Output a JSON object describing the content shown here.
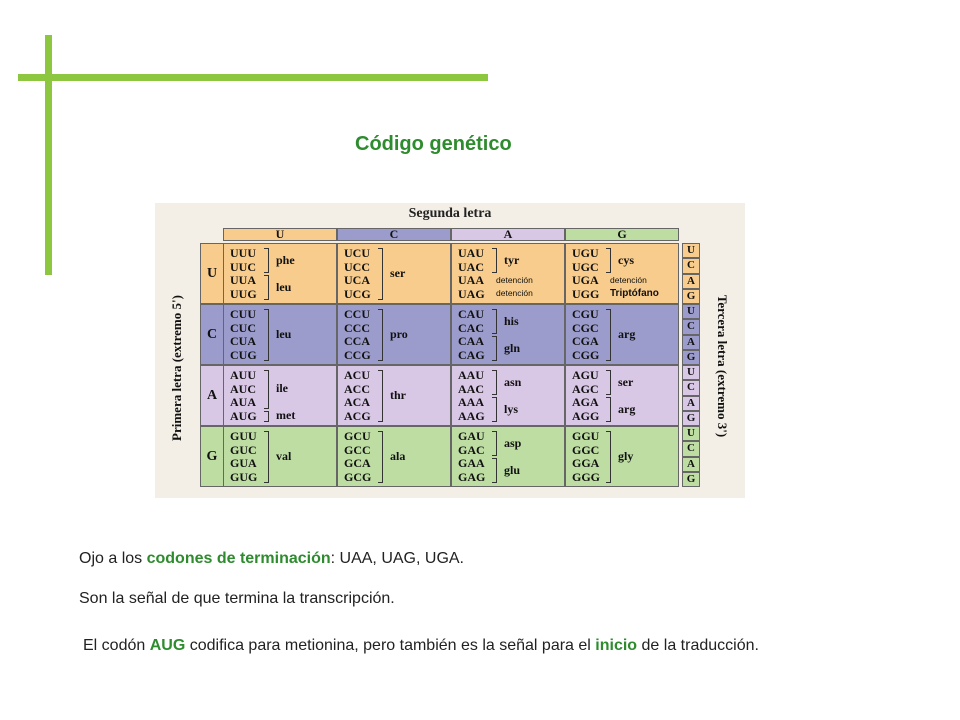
{
  "title": "Código genético",
  "colors": {
    "accent_green": "#8dc63f",
    "title_green": "#2e8b2e",
    "row_u": "#f8cc8c",
    "row_c": "#9b9ccb",
    "row_a": "#d9c7e6",
    "row_g": "#bedda3",
    "hdr_u": "#f8cc8c",
    "hdr_c": "#9b9ccb",
    "hdr_a": "#d9c7e6",
    "hdr_g": "#bedda3"
  },
  "table": {
    "second_letter_label": "Segunda letra",
    "first_letter_label": "Primera letra (extremo 5')",
    "third_letter_label": "Tercera letra (extremo 3')",
    "second_letters": [
      "U",
      "C",
      "A",
      "G"
    ],
    "first_letters": [
      "U",
      "C",
      "A",
      "G"
    ],
    "third_letters": [
      "U",
      "C",
      "A",
      "G",
      "U",
      "C",
      "A",
      "G",
      "U",
      "C",
      "A",
      "G",
      "U",
      "C",
      "A",
      "G"
    ],
    "rows": [
      [
        {
          "codons": [
            "UUU",
            "UUC",
            "UUA",
            "UUG"
          ],
          "groups": [
            {
              "label": "phe",
              "start": 0,
              "len": 2,
              "style": "normal"
            },
            {
              "label": "leu",
              "start": 2,
              "len": 2,
              "style": "normal"
            }
          ]
        },
        {
          "codons": [
            "UCU",
            "UCC",
            "UCA",
            "UCG"
          ],
          "groups": [
            {
              "label": "ser",
              "start": 0,
              "len": 4,
              "style": "normal"
            }
          ]
        },
        {
          "codons": [
            "UAU",
            "UAC",
            "UAA",
            "UAG"
          ],
          "groups": [
            {
              "label": "tyr",
              "start": 0,
              "len": 2,
              "style": "normal"
            },
            {
              "label": "detención",
              "start": 2,
              "len": 1,
              "style": "small"
            },
            {
              "label": "detención",
              "start": 3,
              "len": 1,
              "style": "small"
            }
          ]
        },
        {
          "codons": [
            "UGU",
            "UGC",
            "UGA",
            "UGG"
          ],
          "groups": [
            {
              "label": "cys",
              "start": 0,
              "len": 2,
              "style": "normal"
            },
            {
              "label": "detención",
              "start": 2,
              "len": 1,
              "style": "small"
            },
            {
              "label": "Triptófano",
              "start": 3,
              "len": 1,
              "style": "tri"
            }
          ]
        }
      ],
      [
        {
          "codons": [
            "CUU",
            "CUC",
            "CUA",
            "CUG"
          ],
          "groups": [
            {
              "label": "leu",
              "start": 0,
              "len": 4,
              "style": "normal"
            }
          ]
        },
        {
          "codons": [
            "CCU",
            "CCC",
            "CCA",
            "CCG"
          ],
          "groups": [
            {
              "label": "pro",
              "start": 0,
              "len": 4,
              "style": "normal"
            }
          ]
        },
        {
          "codons": [
            "CAU",
            "CAC",
            "CAA",
            "CAG"
          ],
          "groups": [
            {
              "label": "his",
              "start": 0,
              "len": 2,
              "style": "normal"
            },
            {
              "label": "gln",
              "start": 2,
              "len": 2,
              "style": "normal"
            }
          ]
        },
        {
          "codons": [
            "CGU",
            "CGC",
            "CGA",
            "CGG"
          ],
          "groups": [
            {
              "label": "arg",
              "start": 0,
              "len": 4,
              "style": "normal"
            }
          ]
        }
      ],
      [
        {
          "codons": [
            "AUU",
            "AUC",
            "AUA",
            "AUG"
          ],
          "groups": [
            {
              "label": "ile",
              "start": 0,
              "len": 3,
              "style": "normal"
            },
            {
              "label": "met",
              "start": 3,
              "len": 1,
              "style": "normal"
            }
          ]
        },
        {
          "codons": [
            "ACU",
            "ACC",
            "ACA",
            "ACG"
          ],
          "groups": [
            {
              "label": "thr",
              "start": 0,
              "len": 4,
              "style": "normal"
            }
          ]
        },
        {
          "codons": [
            "AAU",
            "AAC",
            "AAA",
            "AAG"
          ],
          "groups": [
            {
              "label": "asn",
              "start": 0,
              "len": 2,
              "style": "normal"
            },
            {
              "label": "lys",
              "start": 2,
              "len": 2,
              "style": "normal"
            }
          ]
        },
        {
          "codons": [
            "AGU",
            "AGC",
            "AGA",
            "AGG"
          ],
          "groups": [
            {
              "label": "ser",
              "start": 0,
              "len": 2,
              "style": "normal"
            },
            {
              "label": "arg",
              "start": 2,
              "len": 2,
              "style": "normal"
            }
          ]
        }
      ],
      [
        {
          "codons": [
            "GUU",
            "GUC",
            "GUA",
            "GUG"
          ],
          "groups": [
            {
              "label": "val",
              "start": 0,
              "len": 4,
              "style": "normal"
            }
          ]
        },
        {
          "codons": [
            "GCU",
            "GCC",
            "GCA",
            "GCG"
          ],
          "groups": [
            {
              "label": "ala",
              "start": 0,
              "len": 4,
              "style": "normal"
            }
          ]
        },
        {
          "codons": [
            "GAU",
            "GAC",
            "GAA",
            "GAG"
          ],
          "groups": [
            {
              "label": "asp",
              "start": 0,
              "len": 2,
              "style": "normal"
            },
            {
              "label": "glu",
              "start": 2,
              "len": 2,
              "style": "normal"
            }
          ]
        },
        {
          "codons": [
            "GGU",
            "GGC",
            "GGA",
            "GGG"
          ],
          "groups": [
            {
              "label": "gly",
              "start": 0,
              "len": 4,
              "style": "normal"
            }
          ]
        }
      ]
    ]
  },
  "notes": {
    "stop": {
      "prefix": "Ojo a los ",
      "highlight": "codones de terminación",
      "suffix": ": UAA, UAG, UGA."
    },
    "signal": "Son la señal de que termina la transcripción.",
    "aug": {
      "prefix": "El codón ",
      "codon": "AUG",
      "middle": " codifica para metionina, pero también es la señal para el ",
      "inicio": "inicio",
      "suffix": " de la traducción."
    }
  }
}
